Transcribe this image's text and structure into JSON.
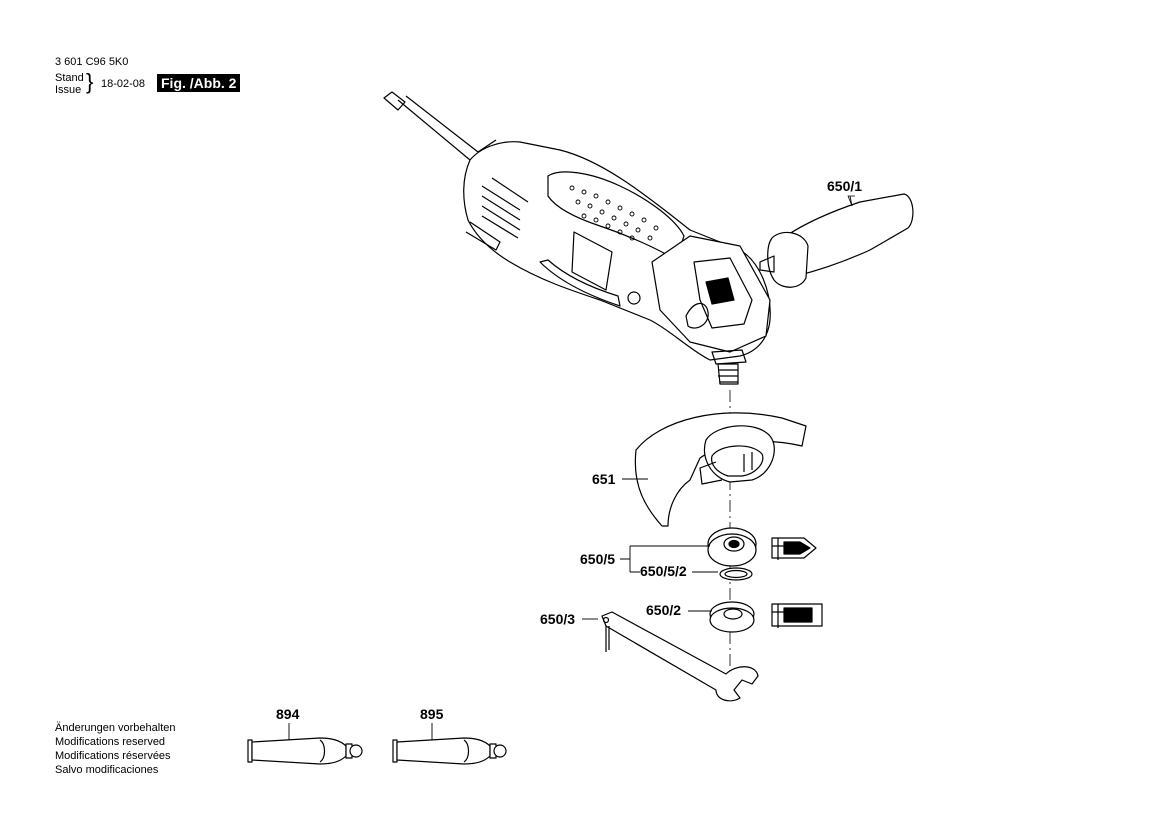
{
  "header": {
    "part_number": "3 601 C96 5K0",
    "stand_label": "Stand",
    "issue_label": "Issue",
    "brace": "}",
    "date": "18-02-08",
    "figure_badge": "Fig. /Abb. 2"
  },
  "parts": {
    "handle": "650/1",
    "guard": "651",
    "flange_set": "650/5",
    "o_ring": "650/5/2",
    "clamp_nut": "650/2",
    "wrench": "650/3",
    "tube_894": "894",
    "tube_895": "895"
  },
  "notes": [
    "Änderungen vorbehalten",
    "Modifications reserved",
    "Modifications réservées",
    "Salvo modificaciones"
  ]
}
